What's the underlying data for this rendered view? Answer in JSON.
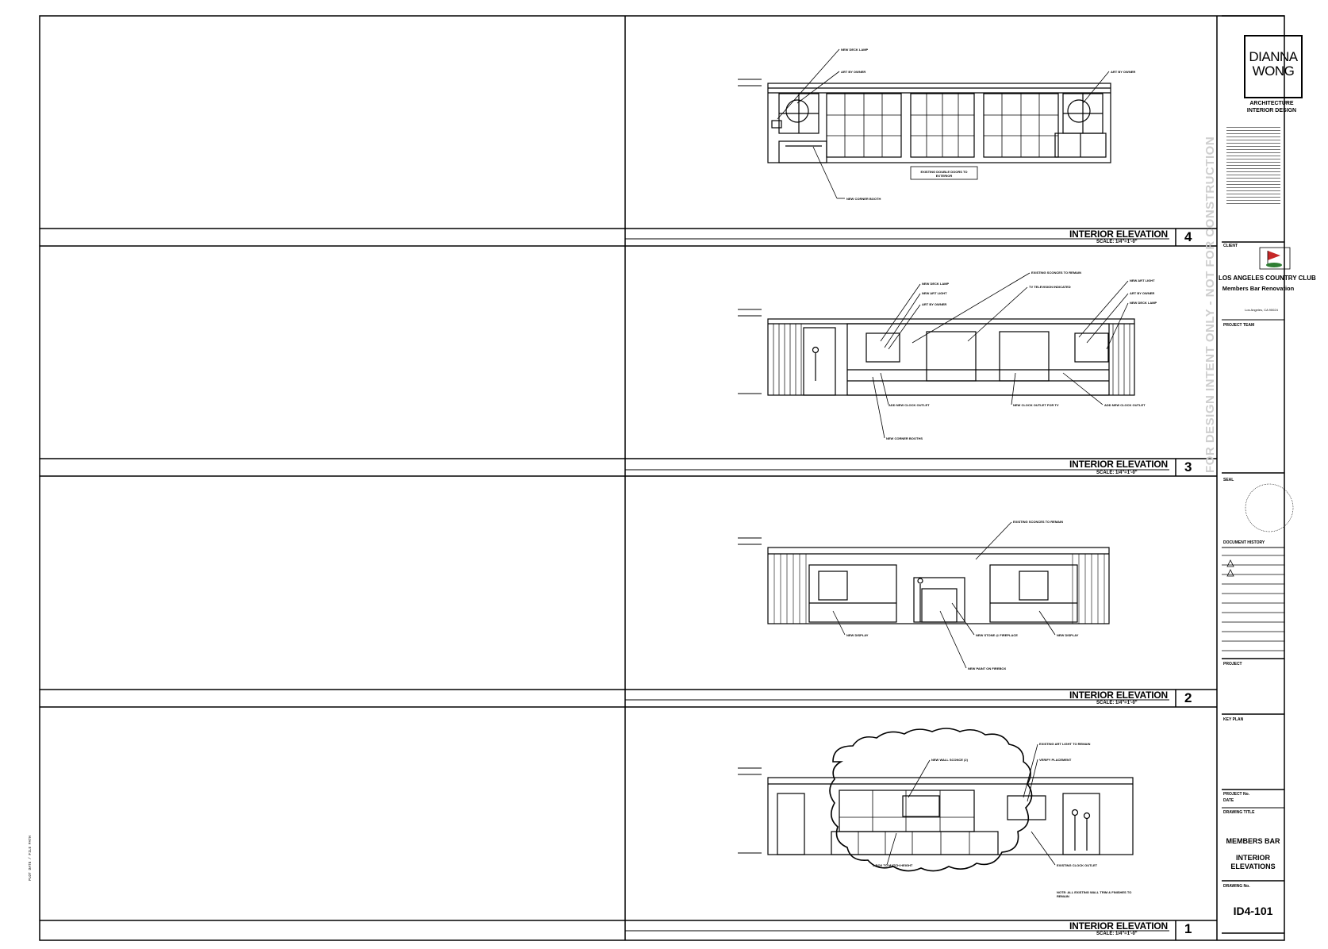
{
  "firm": {
    "logo_line1": "DIANNA",
    "logo_line2": "WONG",
    "tag1": "ARCHITECTURE",
    "tag2": "INTERIOR DESIGN"
  },
  "stamp": "FOR DESIGN INTENT ONLY - NOT FOR CONSTRUCTION",
  "client": {
    "label": "CLIENT",
    "name": "LOS ANGELES COUNTRY CLUB",
    "project": "Members Bar Renovation",
    "address": "Los Angeles, CA 90024"
  },
  "titleblock": {
    "project_team_label": "PROJECT TEAM",
    "seal_label": "SEAL",
    "doc_history_label": "DOCUMENT HISTORY",
    "project_label": "PROJECT",
    "key_plan_label": "KEY PLAN",
    "project_no_label": "PROJECT No.",
    "date_label": "DATE",
    "drawing_title_label": "DRAWING TITLE",
    "drawing_no_label": "DRAWING No.",
    "title_line1": "MEMBERS BAR",
    "title_line2": "INTERIOR",
    "title_line3": "ELEVATIONS",
    "sheet_number": "ID4-101"
  },
  "panels": [
    {
      "number": "4",
      "title": "INTERIOR ELEVATION",
      "scale": "SCALE: 1/4\"=1'-0\"",
      "notes": [
        "NEW DECK LAMP",
        "ART BY OWNER",
        "ART BY OWNER",
        "EXISTING DOUBLE DOORS TO EXTERIOR",
        "NEW CORNER BOOTH"
      ]
    },
    {
      "number": "3",
      "title": "INTERIOR ELEVATION",
      "scale": "SCALE: 1/4\"=1'-0\"",
      "notes": [
        "EXISTING SCONCES TO REMAIN",
        "NEW DECK LAMP",
        "NEW ART LIGHT",
        "ART BY OWNER",
        "TV TELEVISION INDICATED",
        "NEW ART LIGHT",
        "ART BY OWNER",
        "NEW DECK LAMP",
        "ADD NEW CLOCK OUTLET",
        "NEW CLOCK OUTLET FOR TV",
        "ADD NEW CLOCK OUTLET",
        "NEW CORNER BOOTHS"
      ]
    },
    {
      "number": "2",
      "title": "INTERIOR ELEVATION",
      "scale": "SCALE: 1/4\"=1'-0\"",
      "notes": [
        "EXISTING SCONCES TO REMAIN",
        "NEW DISPLAY",
        "NEW STONE @ FIREPLACE",
        "NEW DISPLAY",
        "NEW PAINT ON FIREBOX"
      ]
    },
    {
      "number": "1",
      "title": "INTERIOR ELEVATION",
      "scale": "SCALE: 1/4\"=1'-0\"",
      "notes": [
        "NEW WALL SCONCE (2)",
        "EXISTING ART LIGHT TO REMAIN",
        "VERIFY PLACEMENT",
        "J-BOX TO MATCH HEIGHT",
        "EXISTING CLOCK OUTLET",
        "NOTE: ALL EXISTING WALL TRIM & FINISHES TO REMAIN"
      ]
    }
  ],
  "side_note": "PLOT DATE / FILE PATH"
}
